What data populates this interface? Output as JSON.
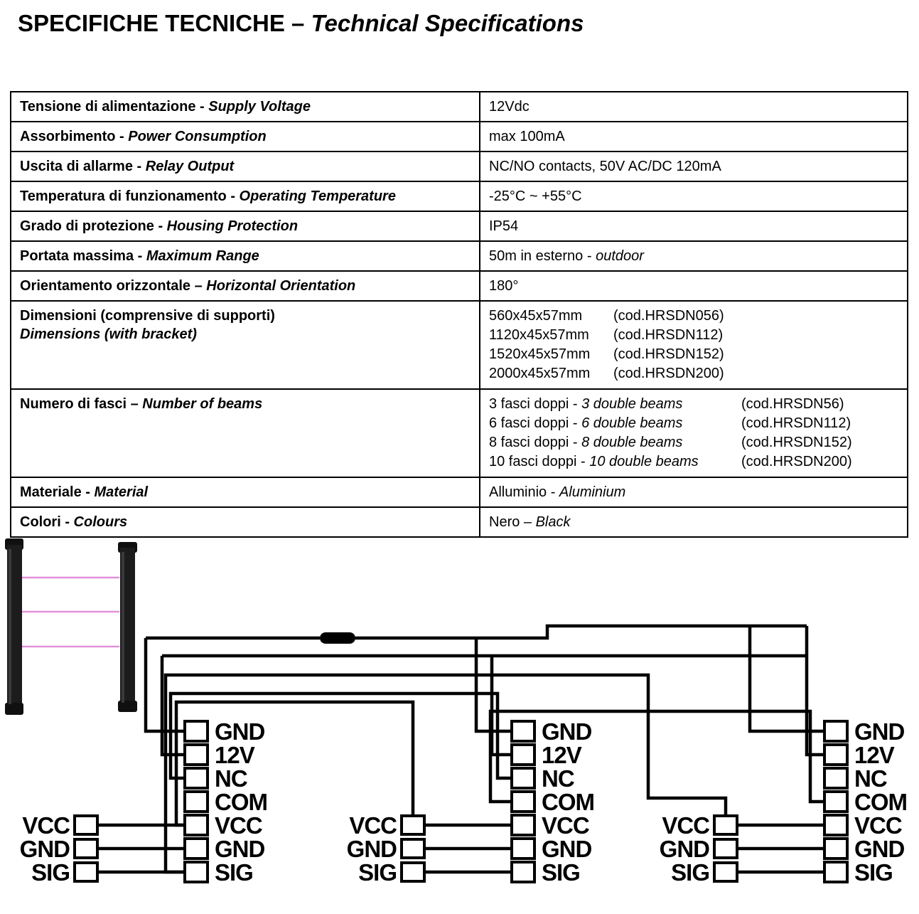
{
  "title": {
    "main": "SPECIFICHE TECNICHE – ",
    "sub": "Technical Specifications"
  },
  "table": {
    "rows": [
      {
        "label_it": "Tensione di alimentazione - ",
        "label_en": "Supply Voltage",
        "value": "12Vdc"
      },
      {
        "label_it": "Assorbimento - ",
        "label_en": "Power Consumption",
        "value": "max 100mA"
      },
      {
        "label_it": "Uscita di allarme - ",
        "label_en": "Relay Output",
        "value": "NC/NO contacts, 50V AC/DC 120mA"
      },
      {
        "label_it": "Temperatura di funzionamento - ",
        "label_en": "Operating Temperature",
        "value": "-25°C  ~ +55°C"
      },
      {
        "label_it": "Grado di protezione - ",
        "label_en": "Housing Protection",
        "value": "IP54"
      },
      {
        "label_it": "Portata massima - ",
        "label_en": "Maximum Range",
        "value_pre": "50m in esterno - ",
        "value_italic": "outdoor"
      },
      {
        "label_it": "Orientamento orizzontale – ",
        "label_en": "Horizontal Orientation",
        "value": "180°"
      },
      {
        "label_it": "Dimensioni (comprensive di supporti)",
        "label_en": "Dimensions (with bracket)",
        "lines": [
          {
            "size": "560x45x57mm",
            "code": "(cod.HRSDN056)"
          },
          {
            "size": "1120x45x57mm",
            "code": "(cod.HRSDN112)"
          },
          {
            "size": "1520x45x57mm",
            "code": "(cod.HRSDN152)"
          },
          {
            "size": "2000x45x57mm",
            "code": "(cod.HRSDN200)"
          }
        ]
      },
      {
        "label_it": "Numero di fasci – ",
        "label_en": "Number of beams",
        "lines": [
          {
            "pre": "3 fasci doppi - ",
            "italic": "3 double beams",
            "code": "(cod.HRSDN56)"
          },
          {
            "pre": "6 fasci doppi - ",
            "italic": "6 double beams",
            "code": "(cod.HRSDN112)"
          },
          {
            "pre": "8 fasci doppi - ",
            "italic": "8 double beams",
            "code": "(cod.HRSDN152)"
          },
          {
            "pre": "10 fasci doppi - ",
            "italic": "10 double beams",
            "code": "(cod.HRSDN200)"
          }
        ]
      },
      {
        "label_it": "Materiale - ",
        "label_en": "Material",
        "value_pre": "Alluminio - ",
        "value_italic": "Aluminium"
      },
      {
        "label_it": "Colori - ",
        "label_en": "Colours",
        "value_pre": "Nero – ",
        "value_italic": "Black"
      }
    ]
  },
  "figure": {
    "terminal_labels": [
      "GND",
      "12V",
      "NC",
      "COM",
      "VCC",
      "GND",
      "SIG"
    ],
    "connector_labels": [
      "VCC",
      "GND",
      "SIG"
    ],
    "wire_color": "#000000",
    "beam_color": "#e291dc",
    "tower_color": "#191919"
  }
}
